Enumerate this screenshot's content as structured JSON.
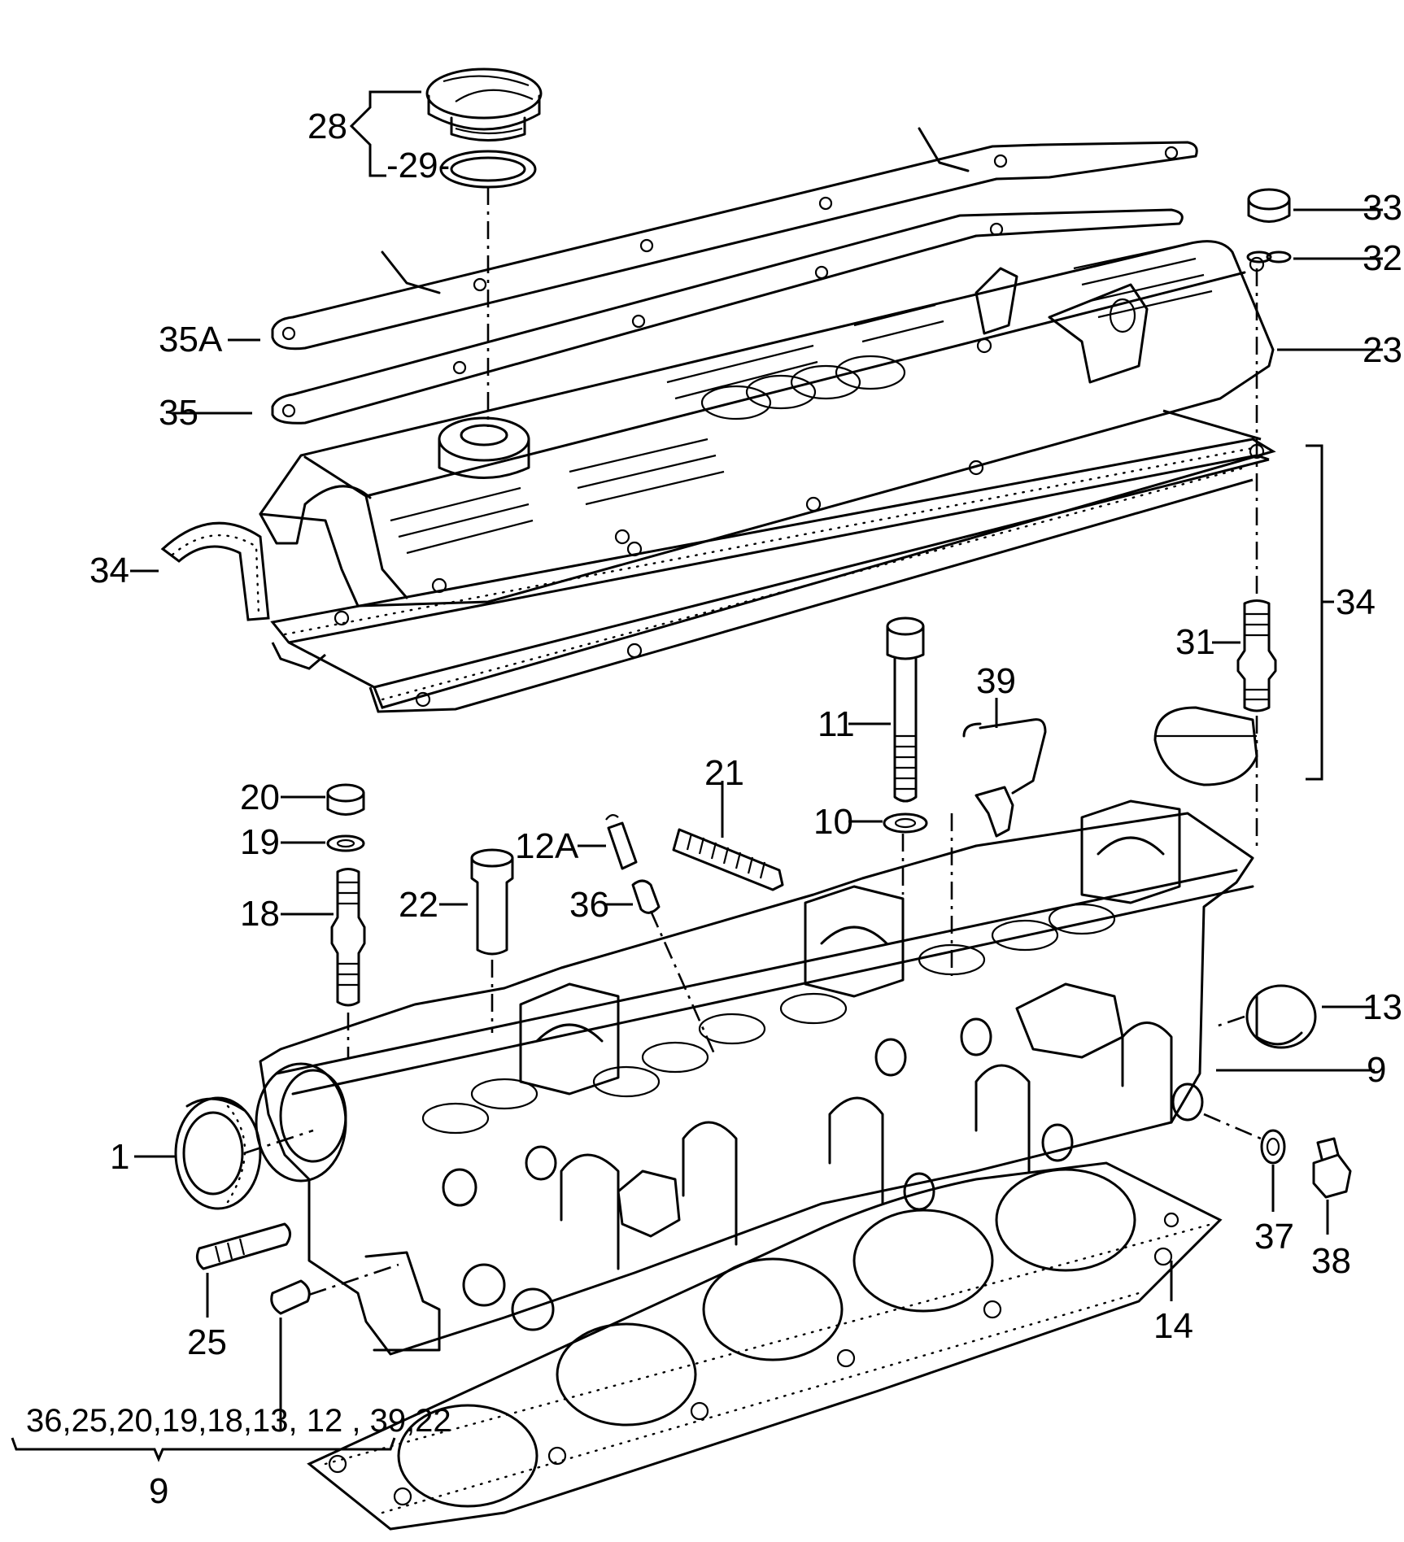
{
  "callouts": [
    {
      "id": "c28",
      "text": "28"
    },
    {
      "id": "c29",
      "text": "-29-"
    },
    {
      "id": "c33",
      "text": "33"
    },
    {
      "id": "c32",
      "text": "32"
    },
    {
      "id": "c35A",
      "text": "35A"
    },
    {
      "id": "c35",
      "text": "35"
    },
    {
      "id": "c23",
      "text": "23"
    },
    {
      "id": "c34a",
      "text": "34"
    },
    {
      "id": "c34b",
      "text": "34"
    },
    {
      "id": "c31",
      "text": "31"
    },
    {
      "id": "c39",
      "text": "39"
    },
    {
      "id": "c11",
      "text": "11"
    },
    {
      "id": "c21",
      "text": "21"
    },
    {
      "id": "c20",
      "text": "20"
    },
    {
      "id": "c19",
      "text": "19"
    },
    {
      "id": "c10",
      "text": "10"
    },
    {
      "id": "c12A",
      "text": "12A"
    },
    {
      "id": "c18",
      "text": "18"
    },
    {
      "id": "c22",
      "text": "22"
    },
    {
      "id": "c36",
      "text": "36"
    },
    {
      "id": "c13",
      "text": "13"
    },
    {
      "id": "c9a",
      "text": "9"
    },
    {
      "id": "c1",
      "text": "1"
    },
    {
      "id": "c37",
      "text": "37"
    },
    {
      "id": "c38",
      "text": "38"
    },
    {
      "id": "c25",
      "text": "25"
    },
    {
      "id": "c14",
      "text": "14"
    }
  ],
  "kit": {
    "contents": "36,25,20,19,18,13, 12 , 39,22",
    "part_number": "9"
  }
}
